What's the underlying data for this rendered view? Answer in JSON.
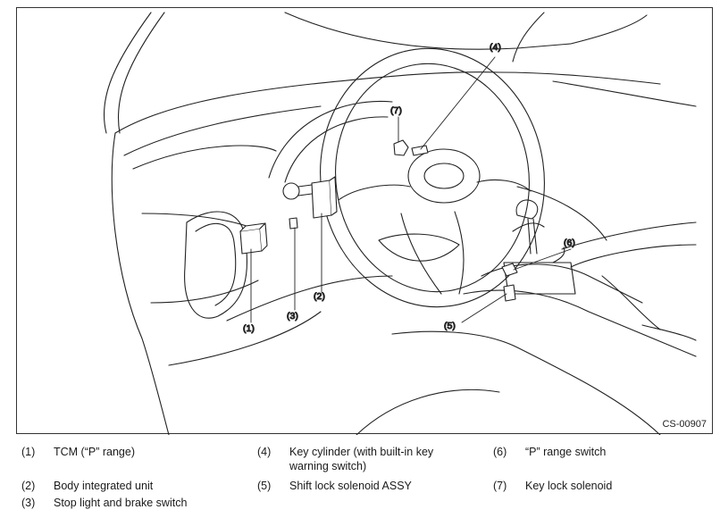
{
  "figure": {
    "id_label": "CS-00907",
    "callouts": [
      "(1)",
      "(2)",
      "(3)",
      "(4)",
      "(5)",
      "(6)",
      "(7)"
    ]
  },
  "legend": [
    {
      "num": "(1)",
      "text": "TCM (“P” range)"
    },
    {
      "num": "(2)",
      "text": "Body integrated unit"
    },
    {
      "num": "(3)",
      "text": "Stop light and brake switch"
    },
    {
      "num": "(4)",
      "text": "Key cylinder (with built-in key",
      "text2": "warning switch)"
    },
    {
      "num": "(5)",
      "text": "Shift lock solenoid ASSY"
    },
    {
      "num": "(6)",
      "text": "“P” range switch"
    },
    {
      "num": "(7)",
      "text": "Key lock solenoid"
    }
  ]
}
